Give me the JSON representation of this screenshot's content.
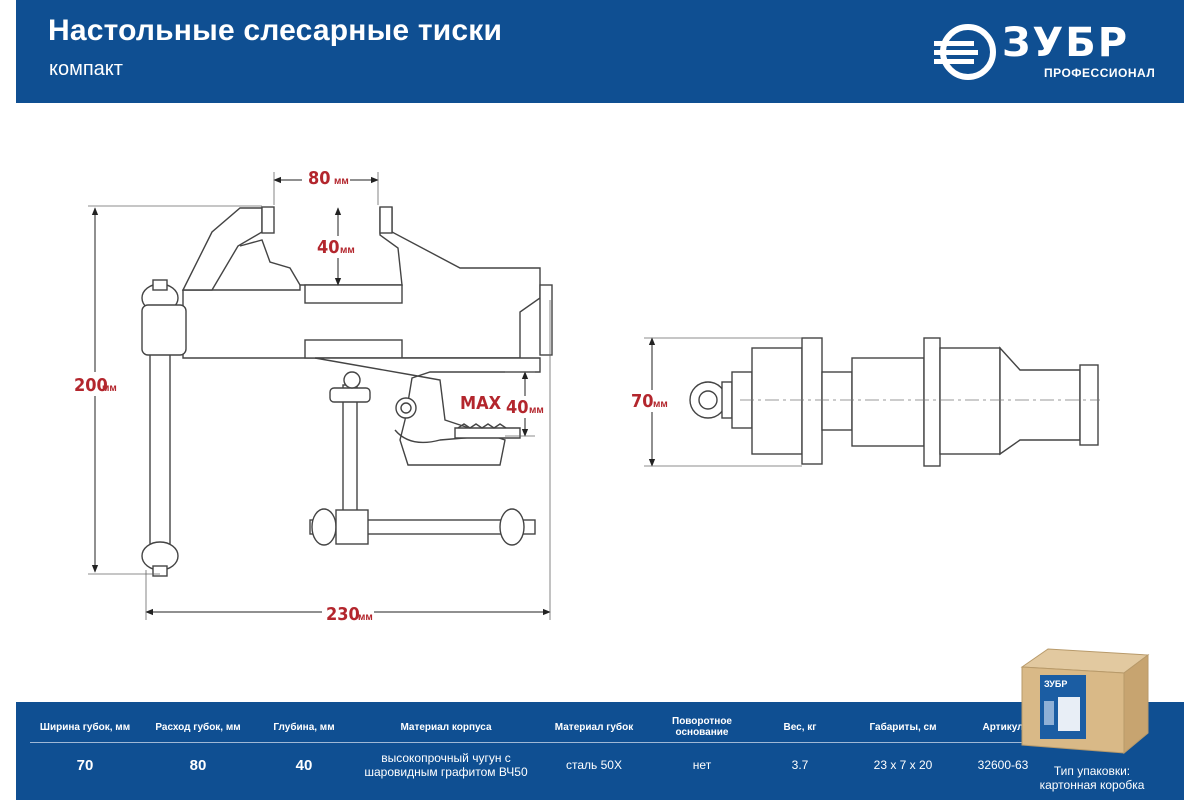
{
  "header": {
    "title": "Настольные слесарные тиски",
    "subtitle": "компакт"
  },
  "logo": {
    "brand": "ЗУБР",
    "tagline": "ПРОФЕССИОНАЛ"
  },
  "dimensions": {
    "jaw_opening": {
      "value": "80",
      "unit": "мм"
    },
    "jaw_depth": {
      "value": "40",
      "unit": "мм"
    },
    "height": {
      "value": "200",
      "unit": "мм"
    },
    "clamp_max_label": "MAX",
    "clamp_max": {
      "value": "40",
      "unit": "мм"
    },
    "length": {
      "value": "230",
      "unit": "мм"
    },
    "width": {
      "value": "70",
      "unit": "мм"
    }
  },
  "specs": {
    "headers": [
      "Ширина губок, мм",
      "Расход губок, мм",
      "Глубина, мм",
      "Материал корпуса",
      "Материал губок",
      "Поворотное основание",
      "Вес, кг",
      "Габариты, см",
      "Артикул"
    ],
    "values": [
      "70",
      "80",
      "40",
      "высокопрочный чугун с шаровидным графитом ВЧ50",
      "сталь 50Х",
      "нет",
      "3.7",
      "23 х 7 х 20",
      "32600-63"
    ]
  },
  "package": {
    "box_brand": "ЗУБР",
    "label": "Тип упаковки:",
    "value": "картонная коробка"
  },
  "colors": {
    "header_bg": "#0f4f92",
    "dimension_red": "#b3262d",
    "drawing_line": "#555555"
  }
}
